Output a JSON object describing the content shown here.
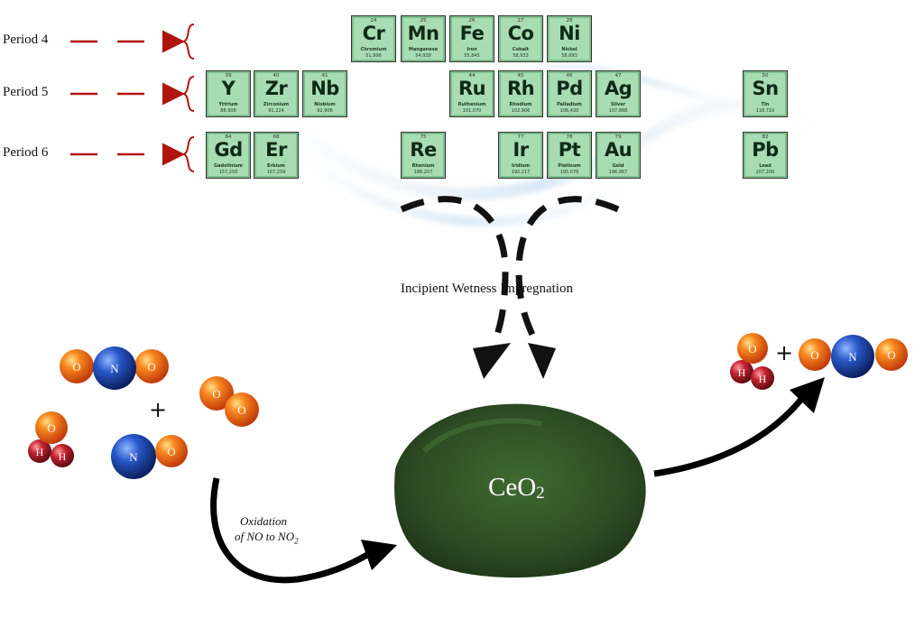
{
  "periods": [
    {
      "label": "Period 4"
    },
    {
      "label": "Period 5"
    },
    {
      "label": "Period 6"
    }
  ],
  "elements": {
    "row4": [
      {
        "num": "24",
        "sym": "Cr",
        "name": "Chromium",
        "mass": "51,996"
      },
      {
        "num": "25",
        "sym": "Mn",
        "name": "Manganese",
        "mass": "54,938"
      },
      {
        "num": "26",
        "sym": "Fe",
        "name": "Iron",
        "mass": "55,845"
      },
      {
        "num": "27",
        "sym": "Co",
        "name": "Cobalt",
        "mass": "58,933"
      },
      {
        "num": "28",
        "sym": "Ni",
        "name": "Nickel",
        "mass": "58,693"
      }
    ],
    "row5": [
      {
        "num": "39",
        "sym": "Y",
        "name": "Yttrium",
        "mass": "88,906"
      },
      {
        "num": "40",
        "sym": "Zr",
        "name": "Zirconium",
        "mass": "91,224"
      },
      {
        "num": "41",
        "sym": "Nb",
        "name": "Niobium",
        "mass": "92,906"
      },
      {
        "num": "44",
        "sym": "Ru",
        "name": "Ruthenium",
        "mass": "101,070"
      },
      {
        "num": "45",
        "sym": "Rh",
        "name": "Rhodium",
        "mass": "102,906"
      },
      {
        "num": "46",
        "sym": "Pd",
        "name": "Palladium",
        "mass": "106,420"
      },
      {
        "num": "47",
        "sym": "Ag",
        "name": "Silver",
        "mass": "107,868"
      },
      {
        "num": "50",
        "sym": "Sn",
        "name": "Tin",
        "mass": "118,710"
      }
    ],
    "row6": [
      {
        "num": "64",
        "sym": "Gd",
        "name": "Gadolinium",
        "mass": "157,250"
      },
      {
        "num": "68",
        "sym": "Er",
        "name": "Erbium",
        "mass": "167,259"
      },
      {
        "num": "75",
        "sym": "Re",
        "name": "Rhenium",
        "mass": "186,207"
      },
      {
        "num": "77",
        "sym": "Ir",
        "name": "Iridium",
        "mass": "192,217"
      },
      {
        "num": "78",
        "sym": "Pt",
        "name": "Platinum",
        "mass": "195,078"
      },
      {
        "num": "79",
        "sym": "Au",
        "name": "Gold",
        "mass": "196,967"
      },
      {
        "num": "82",
        "sym": "Pb",
        "name": "Lead",
        "mass": "207,200"
      }
    ]
  },
  "process_label": "Incipient Wetness Impregnation",
  "oxidation": {
    "line1": "Oxidation",
    "line2_prefix": "of NO to NO",
    "line2_sub": "2"
  },
  "catalyst": {
    "label": "CeO",
    "sub": "2"
  },
  "plus_sign": "+",
  "atoms": {
    "oxygen": "O",
    "nitrogen": "N",
    "hydrogen": "H"
  },
  "colors": {
    "element_fill": "#a8dcb3",
    "arrow_red": "#b0140e",
    "oxygen": "#f06a1c",
    "nitrogen": "#1c3f9e",
    "hydrogen": "#b21e2a",
    "powder": "#2c4b23"
  }
}
